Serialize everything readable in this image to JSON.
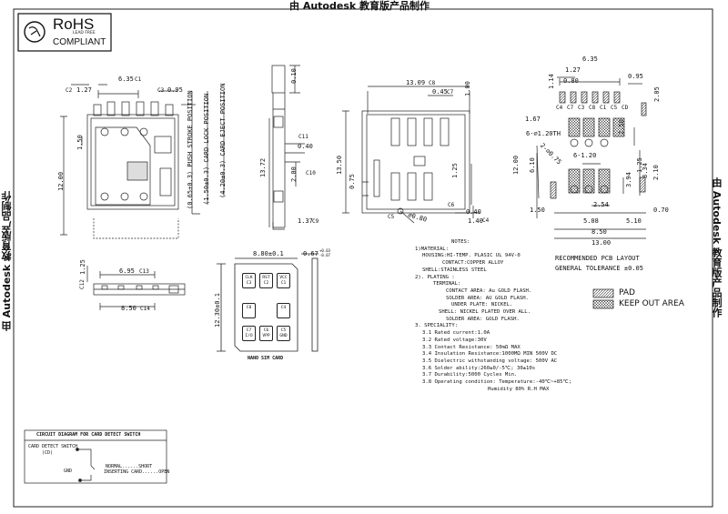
{
  "watermark": "由 Autodesk 教育版产品制作",
  "rohs": {
    "title": "RoHS",
    "sub": "LEAD FREE",
    "compliant": "COMPLIANT"
  },
  "main_view_dims": {
    "w635": "6.35",
    "c1": "C1",
    "w127": "1.27",
    "c2": "C2",
    "w095": "0.95",
    "c3": "C3",
    "h1200": "12.00",
    "h150": "1.50",
    "h1372": "13.72"
  },
  "positions": {
    "push": "(0.65±0.3) PUSH STROKE POSITION",
    "lock": "(1.50±0.3) CARD LOCK POSITION",
    "eject": "(4.20±0.3) CARD EJECT POSITION"
  },
  "side_view_dims": {
    "d010": "0.10",
    "d040": "0.40",
    "d200": "2.00",
    "d137": "1.37",
    "c9": "C9",
    "c10": "C10",
    "c11": "C11"
  },
  "top_view_dims": {
    "d1309": "13.09",
    "c8": "C8",
    "d045": "0.45",
    "c7": "C7",
    "d100": "1.00",
    "d1350": "13.50",
    "d075": "0.75",
    "d125": "1.25",
    "c6": "C6",
    "d040": "0.40",
    "d140": "1.40",
    "c4": "C4",
    "dia": "∅0.80",
    "c5": "C5"
  },
  "pcb": {
    "d635": "6.35",
    "d127": "1.27",
    "d080": "0.80",
    "d095": "0.95",
    "d114": "1.14",
    "d205": "2.05",
    "pins": [
      "C4",
      "C7",
      "C3",
      "C8",
      "C1",
      "C5",
      "CD"
    ],
    "d167": "1.67",
    "hole": "6-∅1.20TH",
    "d250": "2.50",
    "d1200": "12.00",
    "d610": "6.10",
    "d2070": "2-∅0.75",
    "holes120": "6-1.20",
    "d834": "8.34",
    "d394": "3.94",
    "d210": "2.10",
    "d254": "2.54",
    "d150": "1.50",
    "d508": "5.08",
    "d510": "5.10",
    "d070": "0.70",
    "d850": "8.50",
    "d1300": "13.00",
    "d125": "1.25",
    "title": "RECOMMENDED PCB LAYOUT",
    "tolerance": "GENERAL TOLERANCE ±0.05"
  },
  "front_view_dims": {
    "d695": "6.95",
    "d850": "8.50",
    "d125": "1.25",
    "c12": "C12",
    "c13": "C13",
    "c14": "C14"
  },
  "nano_sim": {
    "w": "8.80±0.1",
    "h": "12.30±0.1",
    "thk": "0.67",
    "tolp": "+0.03",
    "toln": "-0.07",
    "caption": "NANO SIM CARD",
    "cells": [
      {
        "a": "CLK",
        "b": "C3"
      },
      {
        "a": "RST",
        "b": "C2"
      },
      {
        "a": "VCC",
        "b": "C1"
      },
      {
        "a": "C8",
        "b": ""
      },
      {
        "a": "C4",
        "b": ""
      },
      {
        "a": "C7",
        "b": "I/O"
      },
      {
        "a": "C6",
        "b": "VPP"
      },
      {
        "a": "C5",
        "b": "GND"
      }
    ]
  },
  "notes": [
    "NOTES:",
    "1)MATERIAL:",
    "HOUSING:HI-TEMP. PLASIC UL 94V-0",
    "CONTACT:COPPER ALLOY",
    "SHELL:STAINLESS STEEL",
    "2). PLATING :",
    "TERMINAL:",
    "CONTACT AREA: Au GOLD FLASH.",
    "SOLDER AREA: AU GOLD FLASH.",
    "UNDER PLATE: NICKEL.",
    "SHELL: NICKEL PLATED OVER ALL.",
    "SOLDER AREA: GOLD FLASH.",
    "3. SPECIALITY:",
    "3.1 Rated current:1.0A",
    "3.2 Rated voltage:30V",
    "3.3 Contact Resistance: 50mΩ MAX",
    "3.4 Insulation Resistance:1000MΩ MIN 500V DC",
    "3.5 Dielectric withstanding voltage: 500V AC",
    "3.6 Solder ability:260±0/-5℃; 30±10s",
    "3.7 Durability:5000 Cycles Min.",
    "3.8 Operating condition: Temperature:-40℃~+85℃;",
    "Humidity 80% R.H MAX"
  ],
  "legend": {
    "pad": "PAD",
    "keepout": "KEEP OUT AREA"
  },
  "circuit": {
    "title": "CIRCUIT DIAGRAM FOR CARD DETECT SWITCH",
    "cd": "CARD DETECT SWITCH",
    "cd2": "(CD)",
    "gnd": "GND",
    "normal": "NORMAL......SHORT",
    "inserting": "INSERTING CARD......OPEN"
  }
}
